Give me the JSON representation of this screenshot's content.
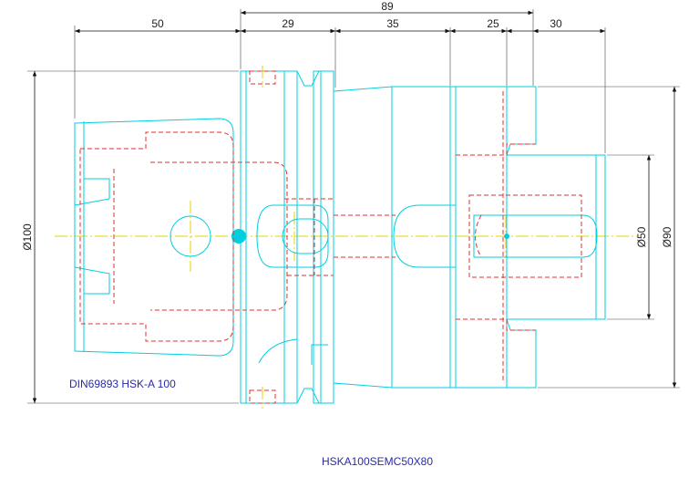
{
  "dimensions": {
    "top_total": "89",
    "taper_length": "50",
    "flange": "29",
    "body": "35",
    "collar": "25",
    "tail": "30",
    "dia_left": "Ø100",
    "dia_inner": "Ø50",
    "dia_outer": "Ø90"
  },
  "labels": {
    "standard": "DIN69893 HSK-A 100",
    "part_number": "HSKA100SEMC50X80"
  },
  "colors": {
    "outline": "#00cfe0",
    "hidden": "#e23030",
    "centerline": "#e8d000",
    "dimension": "#111111",
    "label": "#2a2aa8"
  }
}
